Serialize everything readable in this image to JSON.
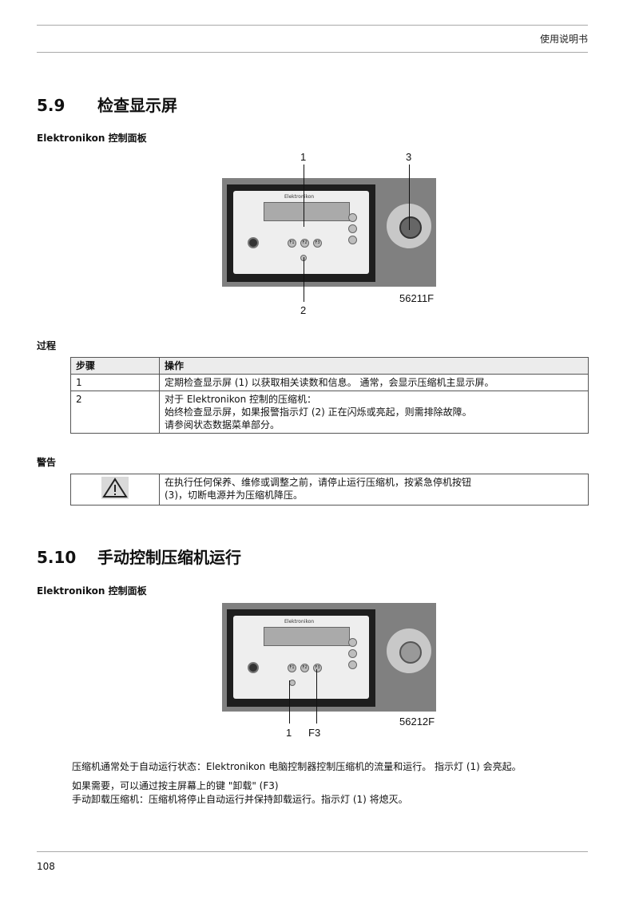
{
  "header": {
    "title": "使用说明书"
  },
  "section1": {
    "number": "5.9",
    "title": "检查显示屏",
    "subtitle": "Elektronikon 控制面板",
    "figure": {
      "code": "56211F",
      "callouts": [
        "1",
        "3",
        "2"
      ],
      "brand": "Elektronikon",
      "keys": [
        "F1",
        "F2",
        "F3"
      ]
    },
    "procedure": {
      "heading": "过程",
      "col_step": "步骤",
      "col_action": "操作",
      "rows": [
        {
          "step": "1",
          "lines": [
            "定期检查显示屏 (1) 以获取相关读数和信息。 通常，会显示压缩机主显示屏。"
          ]
        },
        {
          "step": "2",
          "lines": [
            "对于 Elektronikon 控制的压缩机：",
            "始终检查显示屏，如果报警指示灯 (2) 正在闪烁或亮起，则需排除故障。",
            "请参阅状态数据菜单部分。"
          ]
        }
      ]
    },
    "warning": {
      "heading": "警告",
      "lines": [
        "在执行任何保养、维修或调整之前，请停止运行压缩机，按紧急停机按钮",
        "(3)，切断电源并为压缩机降压。"
      ]
    }
  },
  "section2": {
    "number": "5.10",
    "title": "手动控制压缩机运行",
    "subtitle": "Elektronikon 控制面板",
    "figure": {
      "code": "56212F",
      "callouts": [
        "1",
        "F3"
      ],
      "brand": "Elektronikon",
      "keys": [
        "F1",
        "F2",
        "F3"
      ]
    },
    "paragraphs": [
      "压缩机通常处于自动运行状态：Elektronikon 电脑控制器控制压缩机的流量和运行。 指示灯 (1) 会亮起。",
      "如果需要，可以通过按主屏幕上的键 \"卸载\" (F3)",
      "手动卸载压缩机：压缩机将停止自动运行并保持卸载运行。指示灯 (1) 将熄灭。"
    ]
  },
  "footer": {
    "page": "108"
  }
}
